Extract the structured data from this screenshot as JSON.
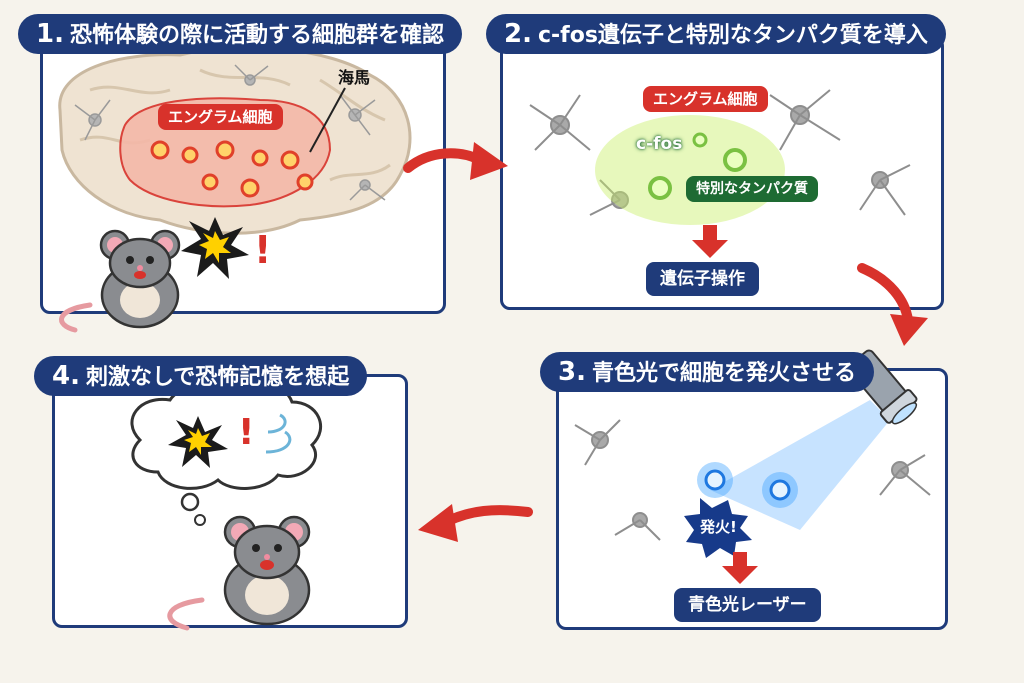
{
  "colors": {
    "navy": "#1f3b7a",
    "red": "#d8322b",
    "green": "#1e6b33",
    "glow_green": "#b8f03a",
    "glow_blue": "#3aa0ff",
    "arrow": "#d8322b"
  },
  "steps": [
    {
      "number": "1.",
      "title": "恐怖体験の際に活動する細胞群を確認"
    },
    {
      "number": "2.",
      "title": "c-fos遺伝子と特別なタンパク質を導入"
    },
    {
      "number": "3.",
      "title": "青色光で細胞を発火させる"
    },
    {
      "number": "4.",
      "title": "刺激なしで恐怖記憶を想起"
    }
  ],
  "step1": {
    "engram_label": "エングラム細胞",
    "hippocampus_label": "海馬",
    "shock_mark": "!"
  },
  "step2": {
    "engram_label": "エングラム細胞",
    "cfos_label": "c-fos",
    "protein_label": "特別なタンパク質",
    "gene_op_label": "遺伝子操作"
  },
  "step3": {
    "fire_label": "発火!",
    "laser_label": "青色光レーザー"
  },
  "step4": {
    "shock_mark": "!"
  },
  "icons": [
    "brain-icon",
    "mouse-icon",
    "shock-burst-icon",
    "neuron-icon",
    "flashlight-icon",
    "thought-bubble-icon",
    "arrow-icon"
  ]
}
